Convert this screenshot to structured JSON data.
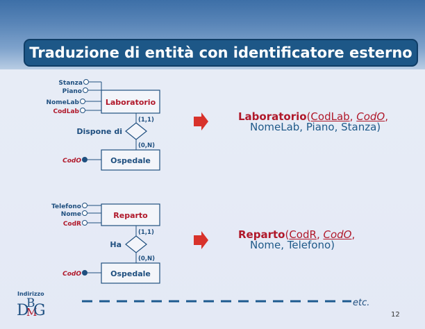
{
  "slide": {
    "title": "Traduzione di entità con identificatore esterno",
    "page_number": "12",
    "logo_superscript": "Indirizzo",
    "logo_letters": [
      "D",
      "B",
      "M",
      "G"
    ],
    "etc_label": "etc."
  },
  "diagram1": {
    "entity_top": "Laboratorio",
    "attributes": [
      "Stanza",
      "Piano",
      "NomeLab",
      "CodLab"
    ],
    "relationship": "Dispone di",
    "card_top": "(1,1)",
    "card_bottom": "(0,N)",
    "entity_bottom": "Ospedale",
    "external_attr": "CodO"
  },
  "relation1": {
    "name": "Laboratorio",
    "open": "(",
    "key": "CodLab",
    "sep": ", ",
    "ext_key": "CodO",
    "line1_end": ",",
    "line2": "NomeLab, Piano, Stanza)"
  },
  "diagram2": {
    "entity_top": "Reparto",
    "attributes": [
      "Telefono",
      "Nome",
      "CodR"
    ],
    "relationship": "Ha",
    "card_top": "(1,1)",
    "card_bottom": "(0,N)",
    "entity_bottom": "Ospedale",
    "external_attr": "CodO"
  },
  "relation2": {
    "name": "Reparto",
    "open": "(",
    "key": "CodR",
    "sep": ", ",
    "ext_key": "CodO",
    "line1_end": ",",
    "line2": "Nome, Telefono)"
  },
  "colors": {
    "title_bg": "#1d5787",
    "accent_red": "#b0182a",
    "text_blue": "#1f5a89",
    "entity_border": "#1f4f7f"
  }
}
